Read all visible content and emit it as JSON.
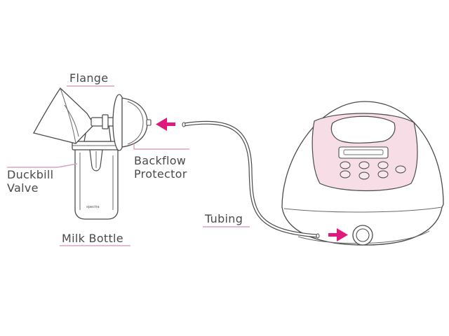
{
  "labels": {
    "flange": "Flange",
    "backflow_line1": "Backflow",
    "backflow_line2": "Protector",
    "duckbill_line1": "Duckbill",
    "duckbill_line2": "Valve",
    "milk_bottle": "Milk Bottle",
    "tubing": "Tubing"
  },
  "bottle_brand": "spectra",
  "colors": {
    "accent": "#e0197d",
    "leader": "#d9a3c2",
    "pump_face": "#f6dde6",
    "outline": "#4b4b4b"
  },
  "icons": {
    "arrow_to_protector": "arrow-left-icon",
    "arrow_to_port": "arrow-right-icon"
  }
}
